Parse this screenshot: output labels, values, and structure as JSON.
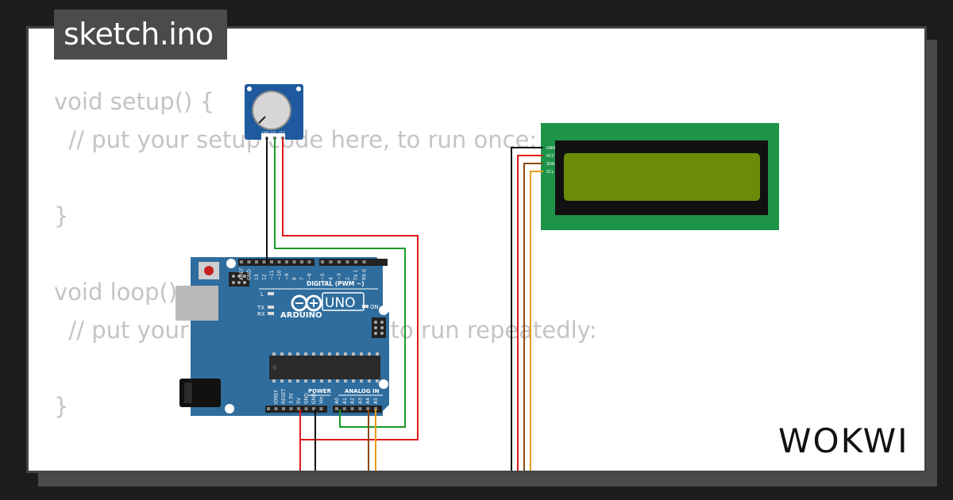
{
  "file_tab": {
    "label": "sketch.ino"
  },
  "code": {
    "lines": [
      "void setup() {",
      "  // put your setup code here, to run once:",
      "",
      "}",
      "",
      "void loop() {",
      "  // put your main code here, to run repeatedly:",
      "",
      "}"
    ]
  },
  "brand": {
    "name": "WOKWI"
  },
  "arduino": {
    "brand": "ARDUINO",
    "model": "UNO",
    "digital_label": "DIGITAL (PWM ~)",
    "power_label": "POWER",
    "analog_label": "ANALOG IN",
    "led_labels": [
      "L",
      "TX",
      "RX",
      "ON"
    ],
    "digital_pins": [
      "AREF",
      "GND",
      "13",
      "12",
      "~11",
      "~10",
      "~9",
      "8",
      "7",
      "~6",
      "~5",
      "4",
      "~3",
      "2",
      "TX 1",
      "RX 0"
    ],
    "power_pins": [
      "IOREF",
      "RESET",
      "3.3V",
      "5V",
      "GND",
      "GND",
      "Vin"
    ],
    "analog_pins": [
      "A0",
      "A1",
      "A2",
      "A3",
      "A4",
      "A5"
    ]
  },
  "potentiometer": {
    "pins": [
      "GND",
      "SIG",
      "VCC"
    ]
  },
  "lcd": {
    "pins": [
      "GND",
      "VCC",
      "SDA",
      "SCL"
    ]
  },
  "colors": {
    "background": "#1c1c1c",
    "card": "#ffffff",
    "tab": "#4b4b4b",
    "board": "#2f6d9e",
    "lcd_pcb": "#1d9448",
    "lcd_screen": "#6c8b08",
    "wire_red": "#e01818",
    "wire_green": "#1a9a2a",
    "wire_black": "#111111",
    "wire_orange": "#e89a1a",
    "wire_brown": "#8a4a10"
  }
}
